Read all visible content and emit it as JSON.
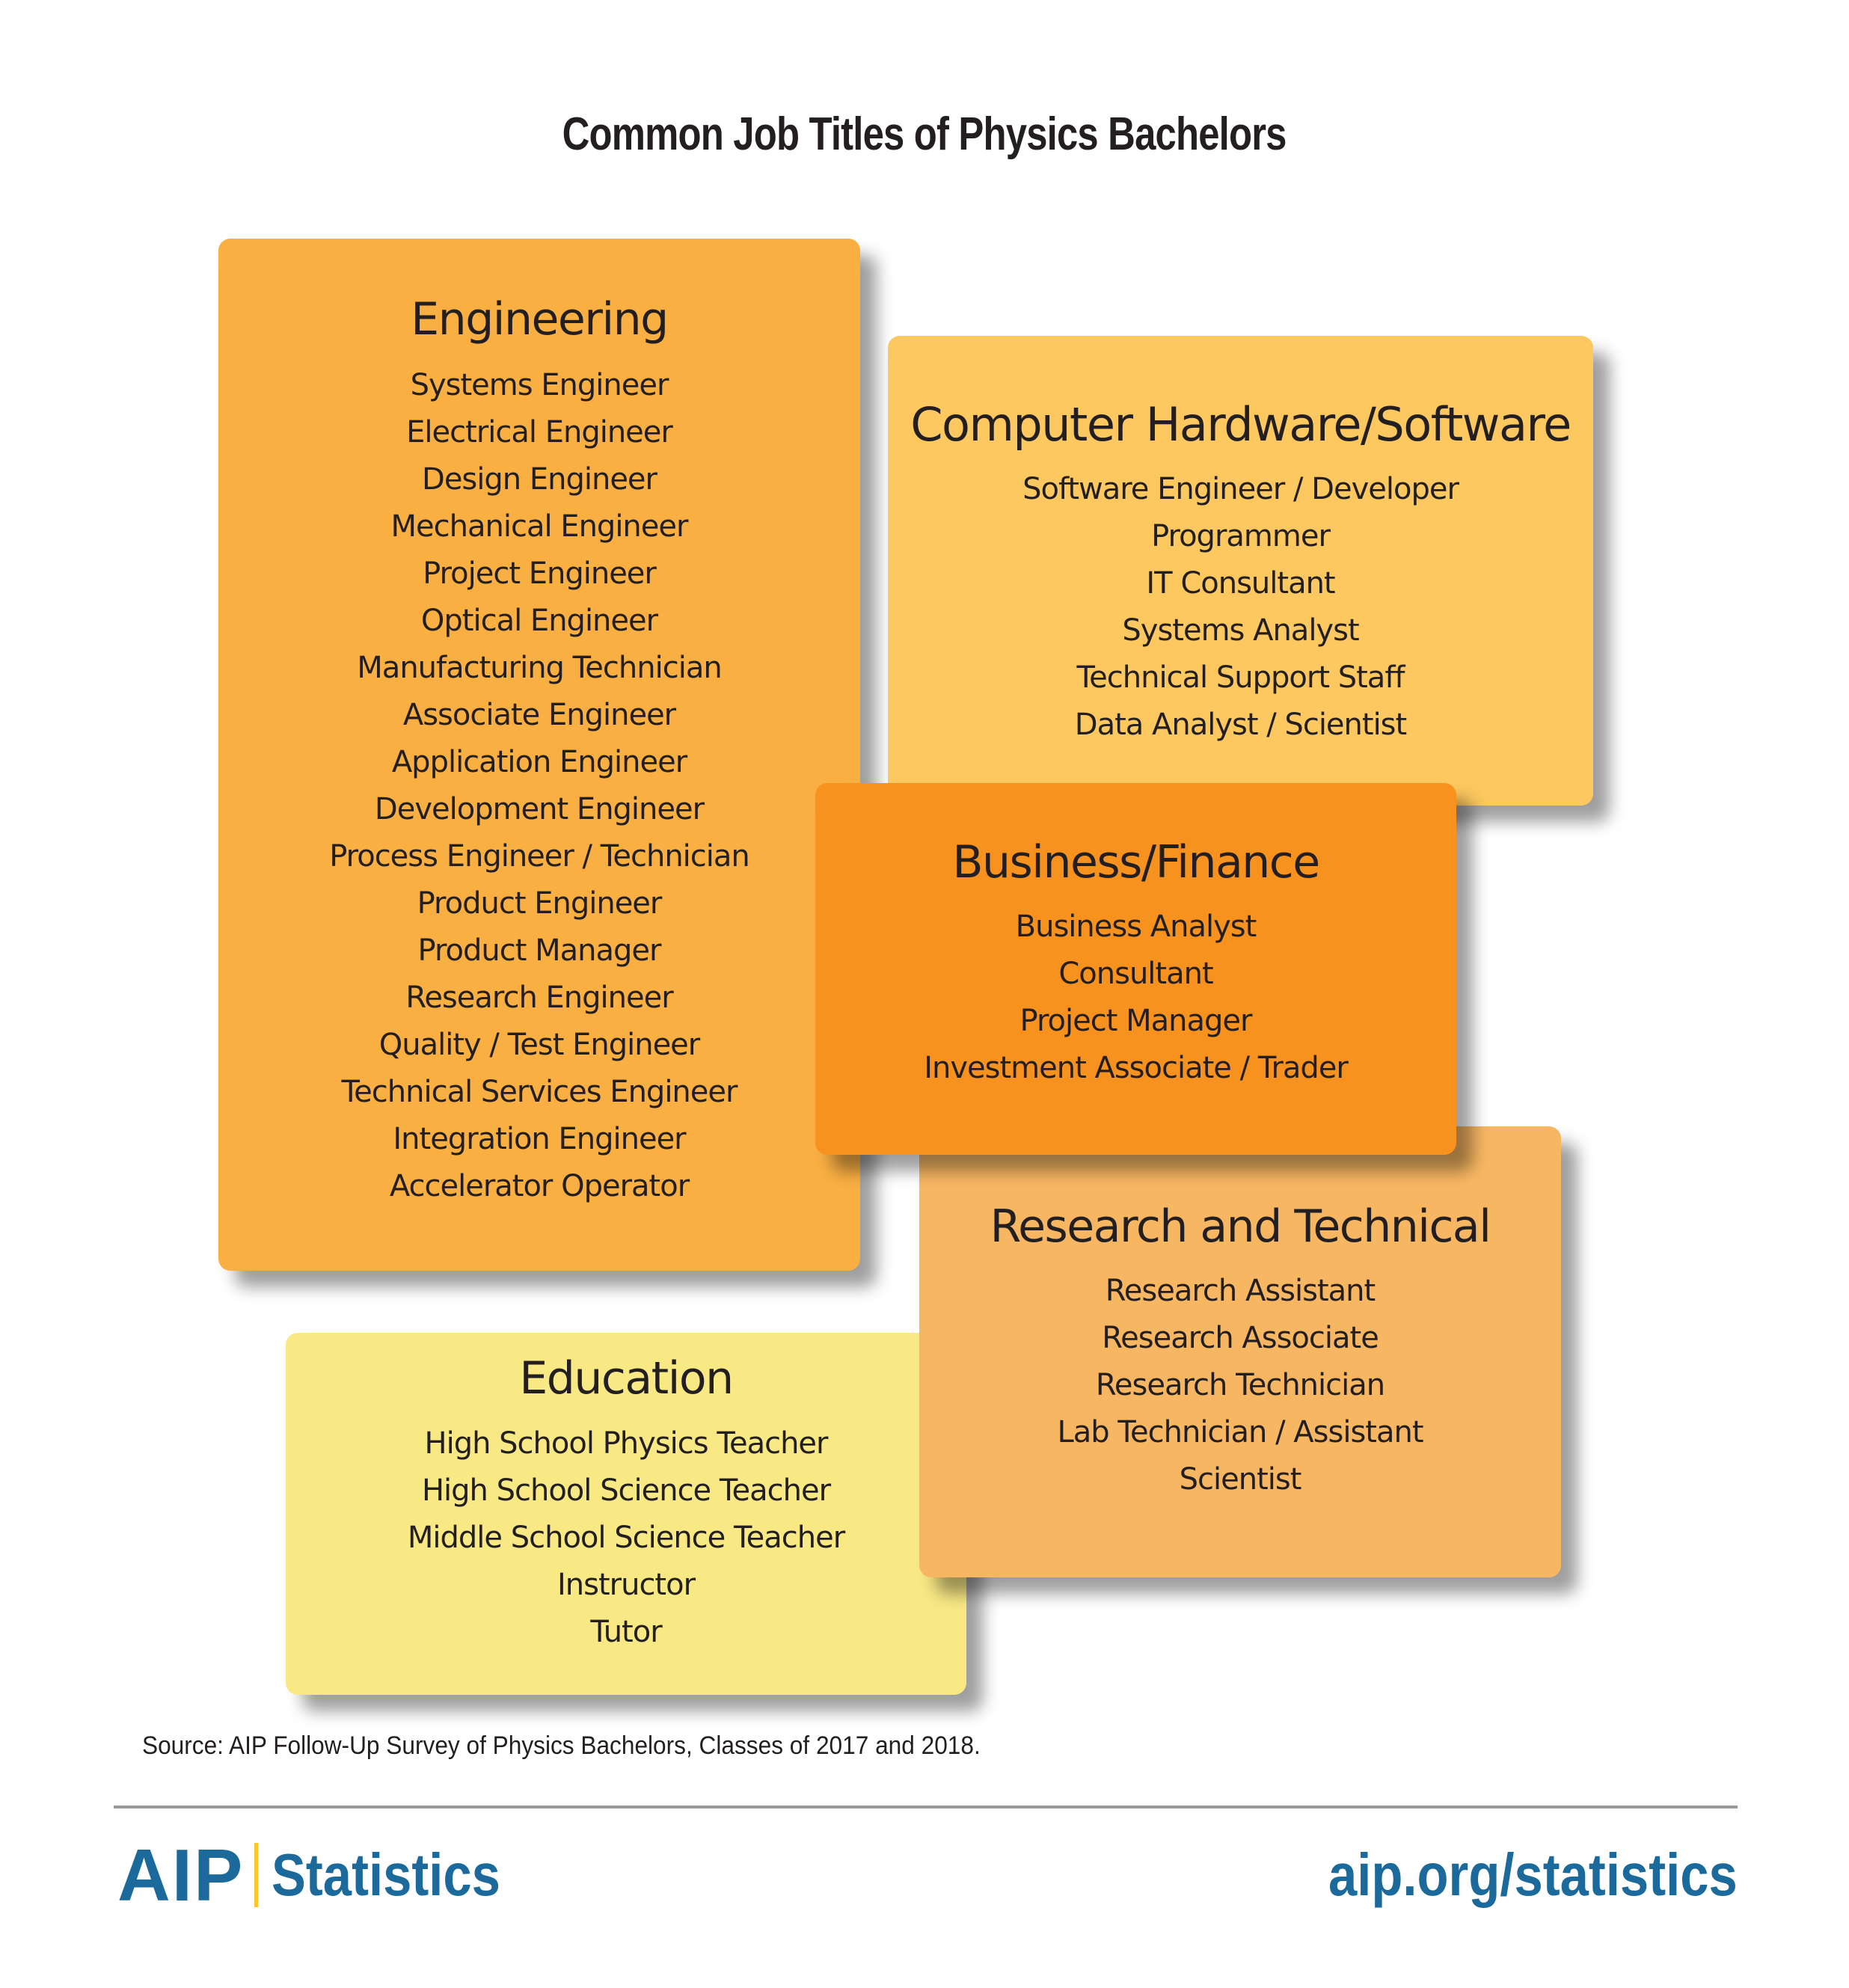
{
  "title": "Common Job Titles of Physics Bachelors",
  "colors": {
    "engineering": "#F9AF42",
    "computer": "#FDC85F",
    "business": "#F7921E",
    "research": "#F7B762",
    "education": "#F8E985",
    "brand_blue": "#1C6A9C",
    "brand_yellow": "#FFC627",
    "text": "#231F20"
  },
  "categories": {
    "engineering": {
      "heading": "Engineering",
      "items": [
        "Systems Engineer",
        "Electrical Engineer",
        "Design Engineer",
        "Mechanical Engineer",
        "Project Engineer",
        "Optical Engineer",
        "Manufacturing Technician",
        "Associate Engineer",
        "Application Engineer",
        "Development Engineer",
        "Process Engineer / Technician",
        "Product Engineer",
        "Product Manager",
        "Research Engineer",
        "Quality / Test Engineer",
        "Technical Services Engineer",
        "Integration Engineer",
        "Accelerator Operator"
      ]
    },
    "computer": {
      "heading": "Computer Hardware/Software",
      "items": [
        "Software Engineer / Developer",
        "Programmer",
        "IT Consultant",
        "Systems Analyst",
        "Technical Support Staff",
        "Data Analyst / Scientist"
      ]
    },
    "business": {
      "heading": "Business/Finance",
      "items": [
        "Business Analyst",
        "Consultant",
        "Project Manager",
        "Investment Associate / Trader"
      ]
    },
    "research": {
      "heading": "Research and Technical",
      "items": [
        "Research Assistant",
        "Research Associate",
        "Research Technician",
        "Lab Technician / Assistant",
        "Scientist"
      ]
    },
    "education": {
      "heading": "Education",
      "items": [
        "High School Physics Teacher",
        "High School Science Teacher",
        "Middle School Science Teacher",
        "Instructor",
        "Tutor"
      ]
    }
  },
  "footer": {
    "source": "Source: AIP Follow-Up Survey of Physics Bachelors, Classes of 2017 and 2018.",
    "logo_aip": "AIP",
    "logo_statistics": "Statistics",
    "url": "aip.org/statistics"
  }
}
